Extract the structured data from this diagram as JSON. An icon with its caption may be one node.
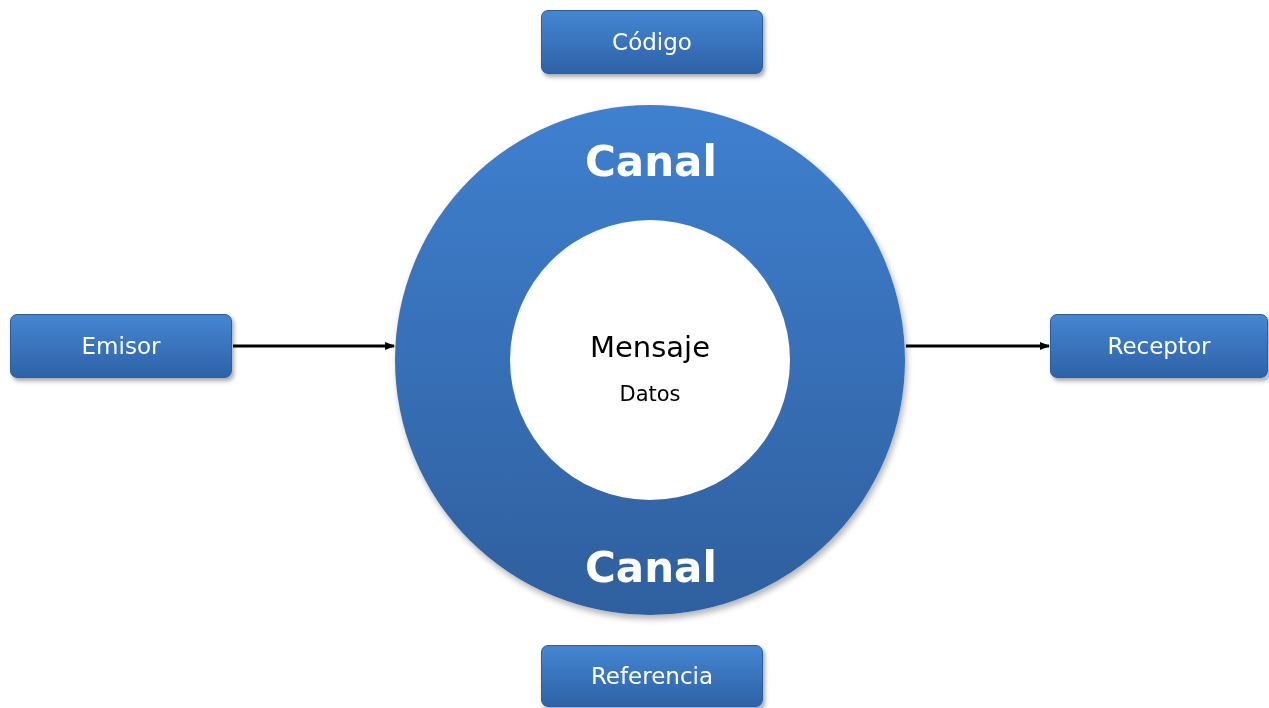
{
  "diagram": {
    "nodes": [
      {
        "text": [
          "Código"
        ]
      },
      {
        "text": [
          "Emisor"
        ]
      },
      {
        "text": [
          "Canal",
          "Canal"
        ]
      },
      {
        "text": [
          "Mensaje",
          "Datos"
        ],
        "in": 2
      },
      {
        "text": [
          "Receptor"
        ]
      },
      {
        "text": [
          "Referencia"
        ]
      }
    ],
    "edges": [
      {
        "from": 1,
        "to": 2,
        "arrow": "to"
      },
      {
        "from": 2,
        "to": 4,
        "arrow": "to"
      }
    ]
  }
}
